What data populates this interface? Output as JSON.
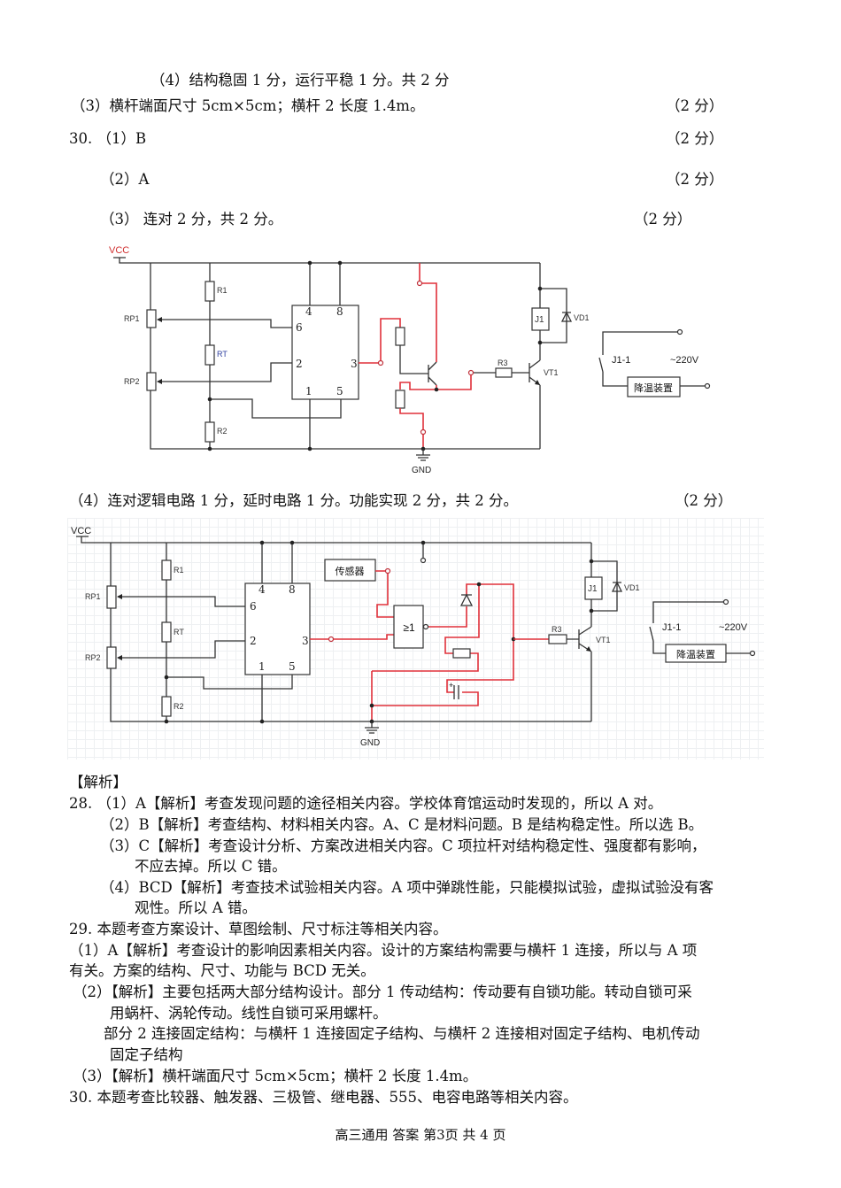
{
  "top_lines": {
    "l1": "（4）结构稳固 1 分，运行平稳 1 分。共 2 分",
    "l2": "（3）横杆端面尺寸 5cm×5cm；横杆 2 长度 1.4m。",
    "l2_score": "（2 分）",
    "q30_1": "30. （1）B",
    "q30_1_score": "（2 分）",
    "q30_2": "（2）A",
    "q30_2_score": "（2 分）",
    "q30_3": "（3）  连对 2 分，共 2 分。",
    "q30_3_score": "（2 分）",
    "q30_4": "（4）连对逻辑电路 1 分，延时电路 1 分。功能实现 2 分，共 2 分。",
    "q30_4_score": "（2 分）"
  },
  "circuit1": {
    "vcc": "VCC",
    "gnd": "GND",
    "rp1": "RP1",
    "rp2": "RP2",
    "r1": "R1",
    "rt": "RT",
    "r2": "R2",
    "pin4": "4",
    "pin8": "8",
    "pin6": "6",
    "pin2": "2",
    "pin3": "3",
    "pin1": "1",
    "pin5": "5",
    "r3": "R3",
    "vt1": "VT1",
    "j1": "J1",
    "vd1": "VD1",
    "j1_1": "J1-1",
    "ac": "~220V",
    "device": "降温装置"
  },
  "circuit2": {
    "vcc": "VCC",
    "gnd": "GND",
    "rp1": "RP1",
    "rp2": "RP2",
    "r1": "R1",
    "rt": "RT",
    "r2": "R2",
    "pin4": "4",
    "pin8": "8",
    "pin6": "6",
    "pin2": "2",
    "pin3": "3",
    "pin1": "1",
    "pin5": "5",
    "sensor": "传感器",
    "gate": "≥1",
    "cap_plus": "+",
    "r3": "R3",
    "vt1": "VT1",
    "j1": "J1",
    "vd1": "VD1",
    "j1_1": "J1-1",
    "ac": "~220V",
    "device": "降温装置"
  },
  "analysis": {
    "heading": "【解析】",
    "lines": [
      "28. （1）A【解析】考查发现问题的途径相关内容。学校体育馆运动时发现的，所以 A 对。",
      "（2）B【解析】考查结构、材料相关内容。A、C 是材料问题。B 是结构稳定性。所以选 B。",
      "（3）C【解析】考查设计分析、方案改进相关内容。C 项拉杆对结构稳定性、强度都有影响，",
      "不应去掉。所以 C 错。",
      "（4）BCD【解析】考查技术试验相关内容。A 项中弹跳性能，只能模拟试验，虚拟试验没有客",
      "观性。所以 A 错。",
      "29. 本题考查方案设计、草图绘制、尺寸标注等相关内容。",
      "（1）A【解析】考查设计的影响因素相关内容。设计的方案结构需要与横杆 1 连接，所以与 A 项",
      "有关。方案的结构、尺寸、功能与 BCD 无关。",
      "（2）【解析】主要包括两大部分结构设计。部分 1 传动结构：传动要有自锁功能。转动自锁可采",
      "用蜗杆、涡轮传动。线性自锁可采用螺杆。",
      "部分 2 连接固定结构：与横杆 1 连接固定子结构、与横杆 2 连接相对固定子结构、电机传动",
      "固定子结构",
      "（3）【解析】横杆端面尺寸 5cm×5cm；横杆 2 长度 1.4m。",
      "30. 本题考查比较器、触发器、三极管、继电器、555、电容电路等相关内容。"
    ]
  },
  "footer": "高三通用  答案  第3页  共 4 页"
}
